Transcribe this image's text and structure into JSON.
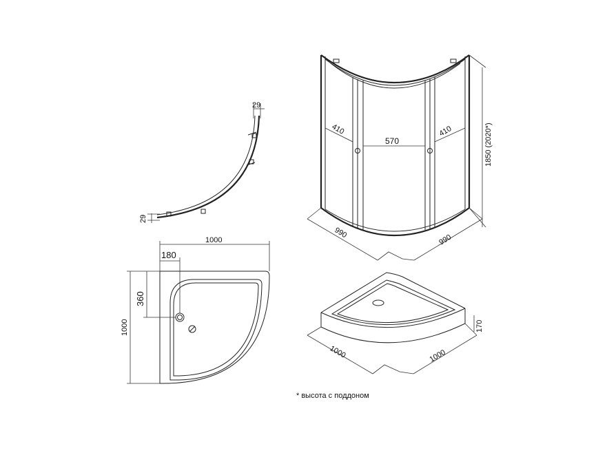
{
  "profile": {
    "dim_top": "29",
    "dim_left": "29"
  },
  "tray_plan": {
    "width": "1000",
    "height": "1000",
    "drain_x": "180",
    "drain_y": "360"
  },
  "enclosure": {
    "door_left": "410",
    "center": "570",
    "door_right": "410",
    "height": "1850 (2020*)",
    "depth_left": "990",
    "depth_right": "990"
  },
  "tray_3d": {
    "side_left": "1000",
    "side_right": "1000",
    "height": "170"
  },
  "footnote": "* высота с поддоном",
  "colors": {
    "line": "#222222",
    "background": "#ffffff"
  }
}
